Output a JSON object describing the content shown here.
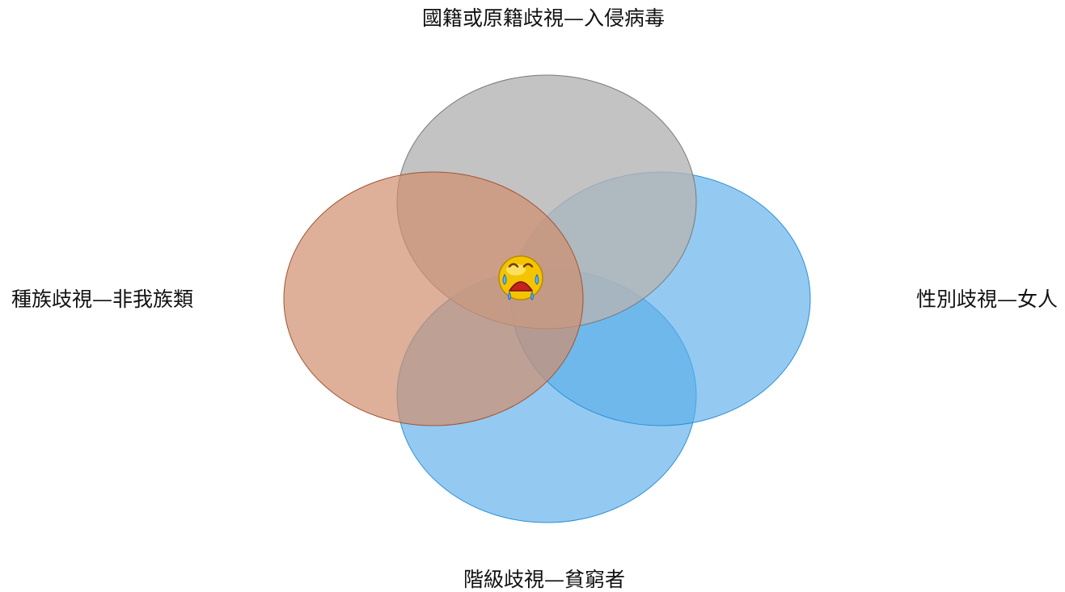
{
  "diagram": {
    "labels": {
      "top": "國籍或原籍歧視—入侵病毒",
      "left": "種族歧視—非我族類",
      "right": "性別歧視—女人",
      "bottom": "階級歧視—貧窮者"
    },
    "colors": {
      "top_fill": "#b4b4b4",
      "top_stroke": "#7a7a7a",
      "left_fill": "#d08f6e",
      "left_stroke": "#a3532f",
      "right_fill": "#5aaeea",
      "right_stroke": "#2d8fd6",
      "bottom_fill": "#5aaeea",
      "bottom_stroke": "#2d8fd6",
      "emoji_face": "#f5c400",
      "emoji_mouth": "#c62020"
    },
    "center_icon": "crying-face-icon"
  }
}
